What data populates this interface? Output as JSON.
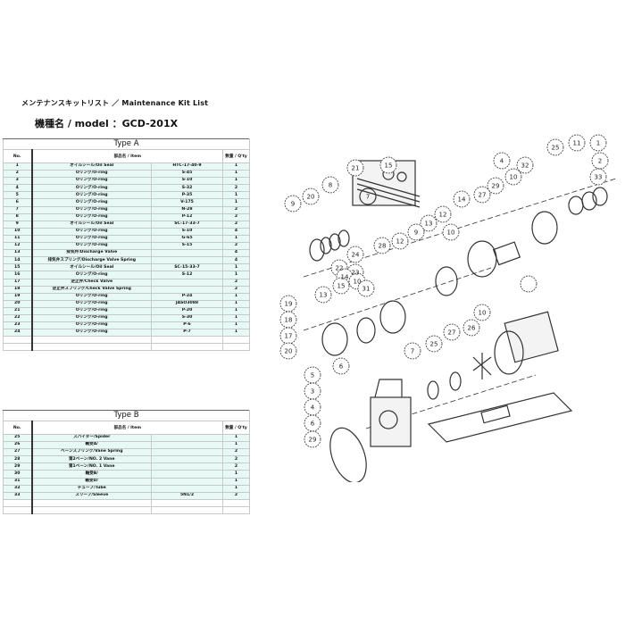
{
  "header": {
    "list_title": "メンテナンスキットリスト ／ Maintenance Kit List",
    "model_line": "機種名 / model ：GCD-201X"
  },
  "columns": {
    "no": "No.",
    "item": "部品名 / Item",
    "qty": "数量 / Q'ty"
  },
  "type_a": {
    "title": "Type A",
    "rows": [
      {
        "no": "1",
        "item": "オイルシール/Oil Seal",
        "spec": "HTC-17-40-9",
        "qty": "1"
      },
      {
        "no": "2",
        "item": "Oリング/O-ring",
        "spec": "S-45",
        "qty": "1"
      },
      {
        "no": "3",
        "item": "Oリング/O-ring",
        "spec": "S-10",
        "qty": "1"
      },
      {
        "no": "4",
        "item": "Oリング/O-ring",
        "spec": "S-32",
        "qty": "2"
      },
      {
        "no": "5",
        "item": "Oリング/O-ring",
        "spec": "P-35",
        "qty": "1"
      },
      {
        "no": "6",
        "item": "Oリング/O-ring",
        "spec": "V-175",
        "qty": "1"
      },
      {
        "no": "7",
        "item": "Oリング/O-ring",
        "spec": "N-28",
        "qty": "2"
      },
      {
        "no": "8",
        "item": "Oリング/O-ring",
        "spec": "P-12",
        "qty": "2"
      },
      {
        "no": "9",
        "item": "オイルシール/Oil Seal",
        "spec": "SC-17-33-7",
        "qty": "2"
      },
      {
        "no": "10",
        "item": "Oリング/O-ring",
        "spec": "S-10",
        "qty": "4"
      },
      {
        "no": "11",
        "item": "Oリング/O-ring",
        "spec": "G-65",
        "qty": "1"
      },
      {
        "no": "12",
        "item": "Oリング/O-ring",
        "spec": "S-15",
        "qty": "2"
      },
      {
        "no": "13",
        "item": "排気弁/Discharge Valve",
        "spec": "",
        "qty": "4"
      },
      {
        "no": "14",
        "item": "排気弁スプリング/Discharge Valve Spring",
        "spec": "",
        "qty": "4"
      },
      {
        "no": "15",
        "item": "オイルシール/Oil Seal",
        "spec": "SC-15-33-7",
        "qty": "1"
      },
      {
        "no": "16",
        "item": "Oリング/O-ring",
        "spec": "S-12",
        "qty": "1"
      },
      {
        "no": "17",
        "item": "逆止弁/Check Valve",
        "spec": "",
        "qty": "2"
      },
      {
        "no": "18",
        "item": "逆止弁スプリング/Check Valve Spring",
        "spec": "",
        "qty": "2"
      },
      {
        "no": "19",
        "item": "Oリング/O-ring",
        "spec": "P-24",
        "qty": "1"
      },
      {
        "no": "20",
        "item": "Oリング/O-ring",
        "spec": "JASO3088",
        "qty": "1"
      },
      {
        "no": "21",
        "item": "Oリング/O-ring",
        "spec": "P-20",
        "qty": "1"
      },
      {
        "no": "22",
        "item": "Oリング/O-ring",
        "spec": "S-30",
        "qty": "1"
      },
      {
        "no": "23",
        "item": "Oリング/O-ring",
        "spec": "P-6",
        "qty": "1"
      },
      {
        "no": "24",
        "item": "Oリング/O-ring",
        "spec": "P-7",
        "qty": "1"
      }
    ]
  },
  "type_b": {
    "title": "Type B",
    "rows": [
      {
        "no": "25",
        "item": "スパイダー/Spider",
        "spec": "",
        "qty": "1"
      },
      {
        "no": "26",
        "item": "軸受A/",
        "spec": "",
        "qty": "1"
      },
      {
        "no": "27",
        "item": "ベーンスプリング/Vane Spring",
        "spec": "",
        "qty": "2"
      },
      {
        "no": "28",
        "item": "第2ベーン/NO. 2 Vane",
        "spec": "",
        "qty": "2"
      },
      {
        "no": "29",
        "item": "第1ベーン/NO. 1 Vane",
        "spec": "",
        "qty": "2"
      },
      {
        "no": "30",
        "item": "軸受B/",
        "spec": "",
        "qty": "1"
      },
      {
        "no": "31",
        "item": "軸受D/",
        "spec": "",
        "qty": "1"
      },
      {
        "no": "32",
        "item": "チューブ/Tube",
        "spec": "",
        "qty": "1"
      },
      {
        "no": "33",
        "item": "スリーブ/Sleeve",
        "spec": "5N1/2",
        "qty": "2"
      }
    ]
  },
  "diagram": {
    "callouts": [
      "7",
      "21",
      "15",
      "8",
      "20",
      "9",
      "25",
      "11",
      "1",
      "2",
      "33",
      "4",
      "32",
      "10",
      "29",
      "27",
      "14",
      "12",
      "13",
      "10",
      "9",
      "12",
      "28",
      "24",
      "23",
      "22",
      "14",
      "10",
      "15",
      "13",
      "31",
      "19",
      "18",
      "17",
      "20",
      "10",
      "26",
      "27",
      "25",
      "7",
      "6",
      "5",
      "3",
      "4",
      "6",
      "29"
    ]
  }
}
